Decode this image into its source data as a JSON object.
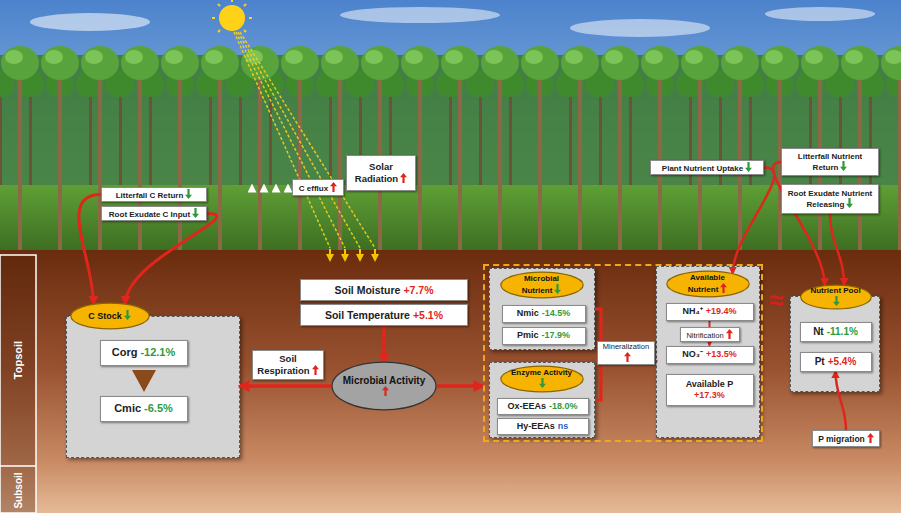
{
  "diagram": {
    "nodes": [
      {
        "text": [
          "Litterfall C Return"
        ]
      },
      {
        "text": [
          "Root Exudate C Input"
        ]
      },
      {
        "text": [
          "C efflux"
        ]
      },
      {
        "text": [
          "Solar Radiation"
        ]
      },
      {
        "text": [
          "Soil Moisture",
          "+7.7%"
        ]
      },
      {
        "text": [
          "Soil Temperature",
          "+5.1%"
        ]
      },
      {
        "text": [
          "Plant Nutrient Uptake"
        ]
      },
      {
        "text": [
          "Litterfall Nutrient Return"
        ]
      },
      {
        "text": [
          "Root Exudate Nutrient Releasing"
        ]
      },
      {
        "text": []
      },
      {
        "text": [
          "C Stock"
        ],
        "in": 9
      },
      {
        "text": [
          "Corg",
          "-12.1%"
        ],
        "in": 9
      },
      {
        "text": [
          "Cmic",
          "-6.5%"
        ],
        "in": 9
      },
      {
        "text": [
          "Soil Respiration"
        ]
      },
      {
        "text": [
          "Microbial Activity"
        ]
      },
      {
        "text": []
      },
      {
        "text": [],
        "in": 15
      },
      {
        "text": [
          "Microbial Nutrient"
        ],
        "in": 16
      },
      {
        "text": [
          "Nmic",
          "-14.5%"
        ],
        "in": 16
      },
      {
        "text": [
          "Pmic",
          "-17.9%"
        ],
        "in": 16
      },
      {
        "text": [],
        "in": 15
      },
      {
        "text": [
          "Enzyme Activity"
        ],
        "in": 20
      },
      {
        "text": [
          "Ox-EEAs",
          "-18.0%"
        ],
        "in": 20
      },
      {
        "text": [
          "Hy-EEAs",
          "ns"
        ],
        "in": 20
      },
      {
        "text": [
          "Mineralization"
        ],
        "in": 15
      },
      {
        "text": [],
        "in": 15
      },
      {
        "text": [
          "Available Nutrient"
        ],
        "in": 25
      },
      {
        "text": [
          "NH₄⁺",
          "+19.4%"
        ],
        "in": 25
      },
      {
        "text": [
          "Nitrification"
        ],
        "in": 25
      },
      {
        "text": [
          "NO₃⁻",
          "+13.5%"
        ],
        "in": 25
      },
      {
        "text": [
          "Available P",
          "+17.3%"
        ],
        "in": 25
      },
      {
        "text": []
      },
      {
        "text": [
          "Nutrient Pool"
        ],
        "in": 31
      },
      {
        "text": [
          "Nt",
          "-11.1%"
        ],
        "in": 31
      },
      {
        "text": [
          "Pt",
          "+5.4%"
        ],
        "in": 31
      },
      {
        "text": [
          "P migration"
        ]
      }
    ],
    "edges": [
      {
        "from": 0,
        "to": 10,
        "arrow": "to"
      },
      {
        "from": 1,
        "to": 10,
        "arrow": "to"
      },
      {
        "from": 5,
        "to": 14,
        "arrow": "to"
      },
      {
        "from": 14,
        "to": 9,
        "arrow": "to"
      },
      {
        "from": 14,
        "to": 15,
        "arrow": "to"
      },
      {
        "from": 16,
        "to": 25,
        "arrow": "to"
      },
      {
        "from": 20,
        "to": 25,
        "arrow": "to"
      },
      {
        "from": 27,
        "to": 29,
        "arrow": "to"
      },
      {
        "from": 6,
        "to": 26,
        "arrow": "to"
      },
      {
        "from": 7,
        "to": 32,
        "arrow": "to"
      },
      {
        "from": 8,
        "to": 32,
        "arrow": "to"
      },
      {
        "from": 35,
        "to": 34,
        "arrow": "to"
      }
    ],
    "labels": [
      "Topsoil",
      "Subsoil",
      "≈"
    ]
  }
}
